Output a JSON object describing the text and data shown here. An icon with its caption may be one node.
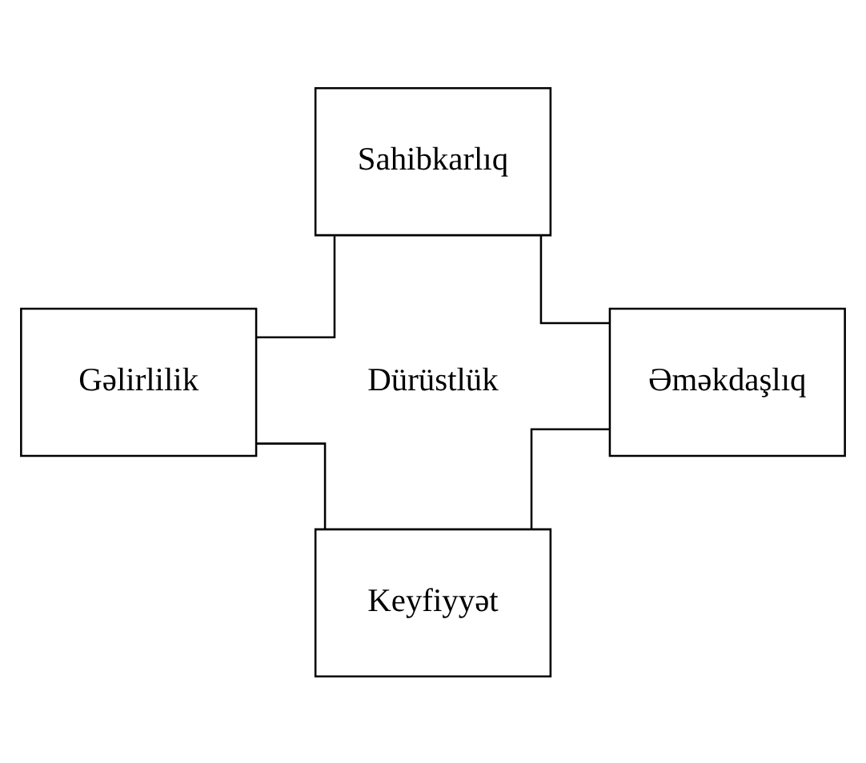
{
  "diagram": {
    "nodes": [
      {
        "text": [
          "Sahibkarlıq"
        ]
      },
      {
        "text": [
          "Gəlirlilik"
        ]
      },
      {
        "text": [
          "Əməkdaşlıq"
        ]
      },
      {
        "text": [
          "Keyfiyyət"
        ]
      }
    ],
    "edges": [
      {
        "from": 0,
        "to": 1,
        "arrow": "none"
      },
      {
        "from": 0,
        "to": 2,
        "arrow": "none"
      },
      {
        "from": 1,
        "to": 3,
        "arrow": "none"
      },
      {
        "from": 2,
        "to": 3,
        "arrow": "none"
      }
    ],
    "labels": [
      "Dürüstlük"
    ]
  }
}
